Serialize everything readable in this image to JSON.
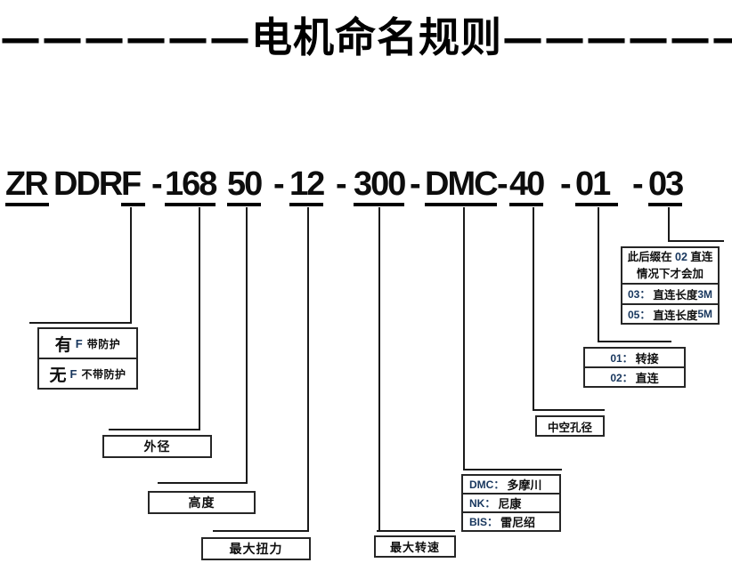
{
  "title": "——————电机命名规则——————",
  "accent_color": "#17365d",
  "model_code": {
    "full": "ZR DDR F - 168 50 - 12 - 300 -DMC- 40 - 01 - 03",
    "segments": [
      {
        "text": "ZR",
        "underline": true
      },
      {
        "text": "DDR",
        "underline": false
      },
      {
        "text": "F",
        "underline": true
      },
      {
        "text": "-",
        "underline": false
      },
      {
        "text": "168",
        "underline": true
      },
      {
        "text": "50",
        "underline": true
      },
      {
        "text": "-",
        "underline": false
      },
      {
        "text": "12",
        "underline": true
      },
      {
        "text": "-",
        "underline": false
      },
      {
        "text": "300",
        "underline": true
      },
      {
        "text": "-",
        "underline": false
      },
      {
        "text": "DMC",
        "underline": true
      },
      {
        "text": "-",
        "underline": false
      },
      {
        "text": "40",
        "underline": true
      },
      {
        "text": "-",
        "underline": false
      },
      {
        "text": "01",
        "underline": true
      },
      {
        "text": "-",
        "underline": false
      },
      {
        "text": "03",
        "underline": true
      }
    ]
  },
  "boxes": {
    "protection": {
      "rows": [
        {
          "zh": "有",
          "code": "F",
          "rest": "带防护"
        },
        {
          "zh": "无",
          "code": "F",
          "rest": "不带防护"
        }
      ]
    },
    "outer_diameter": {
      "label": "外径"
    },
    "height": {
      "label": "高度"
    },
    "max_torque": {
      "label": "最大扭力"
    },
    "max_speed": {
      "label": "最大转速"
    },
    "encoder": {
      "rows": [
        {
          "code": "DMC：",
          "name": "多摩川"
        },
        {
          "code": "NK：",
          "name": "尼康"
        },
        {
          "code": "BIS：",
          "name": "雷尼绍"
        }
      ]
    },
    "hollow_bore": {
      "label": "中空孔径"
    },
    "connection": {
      "rows": [
        {
          "code": "01：",
          "name": "转接"
        },
        {
          "code": "02：",
          "name": "直连"
        }
      ]
    },
    "cable_suffix": {
      "note": {
        "pre": "此后缀在 ",
        "code": "02",
        "post": " 直连",
        "line2": "情况下才会加"
      },
      "rows": [
        {
          "code": "03：",
          "mid": "直连长度 ",
          "tail": "3M"
        },
        {
          "code": "05：",
          "mid": "直连长度 ",
          "tail": "5M"
        }
      ]
    }
  }
}
